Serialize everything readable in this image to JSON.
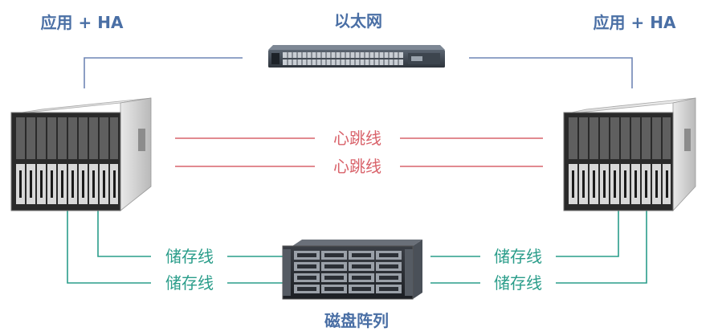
{
  "nodes": {
    "app_left": {
      "label": "应用 + HA"
    },
    "app_right": {
      "label": "应用 + HA"
    },
    "ethernet": {
      "label": "以太网"
    },
    "disk_array": {
      "label": "磁盘阵列"
    }
  },
  "links": {
    "heartbeat": [
      "心跳线",
      "心跳线"
    ],
    "storage_left": [
      "储存线",
      "储存线"
    ],
    "storage_right": [
      "储存线",
      "储存线"
    ]
  },
  "colors": {
    "title": "#4a6fa5",
    "ethernet_line": "#6f86b5",
    "heartbeat_line": "#d9636b",
    "storage_line": "#2a9d8a"
  }
}
